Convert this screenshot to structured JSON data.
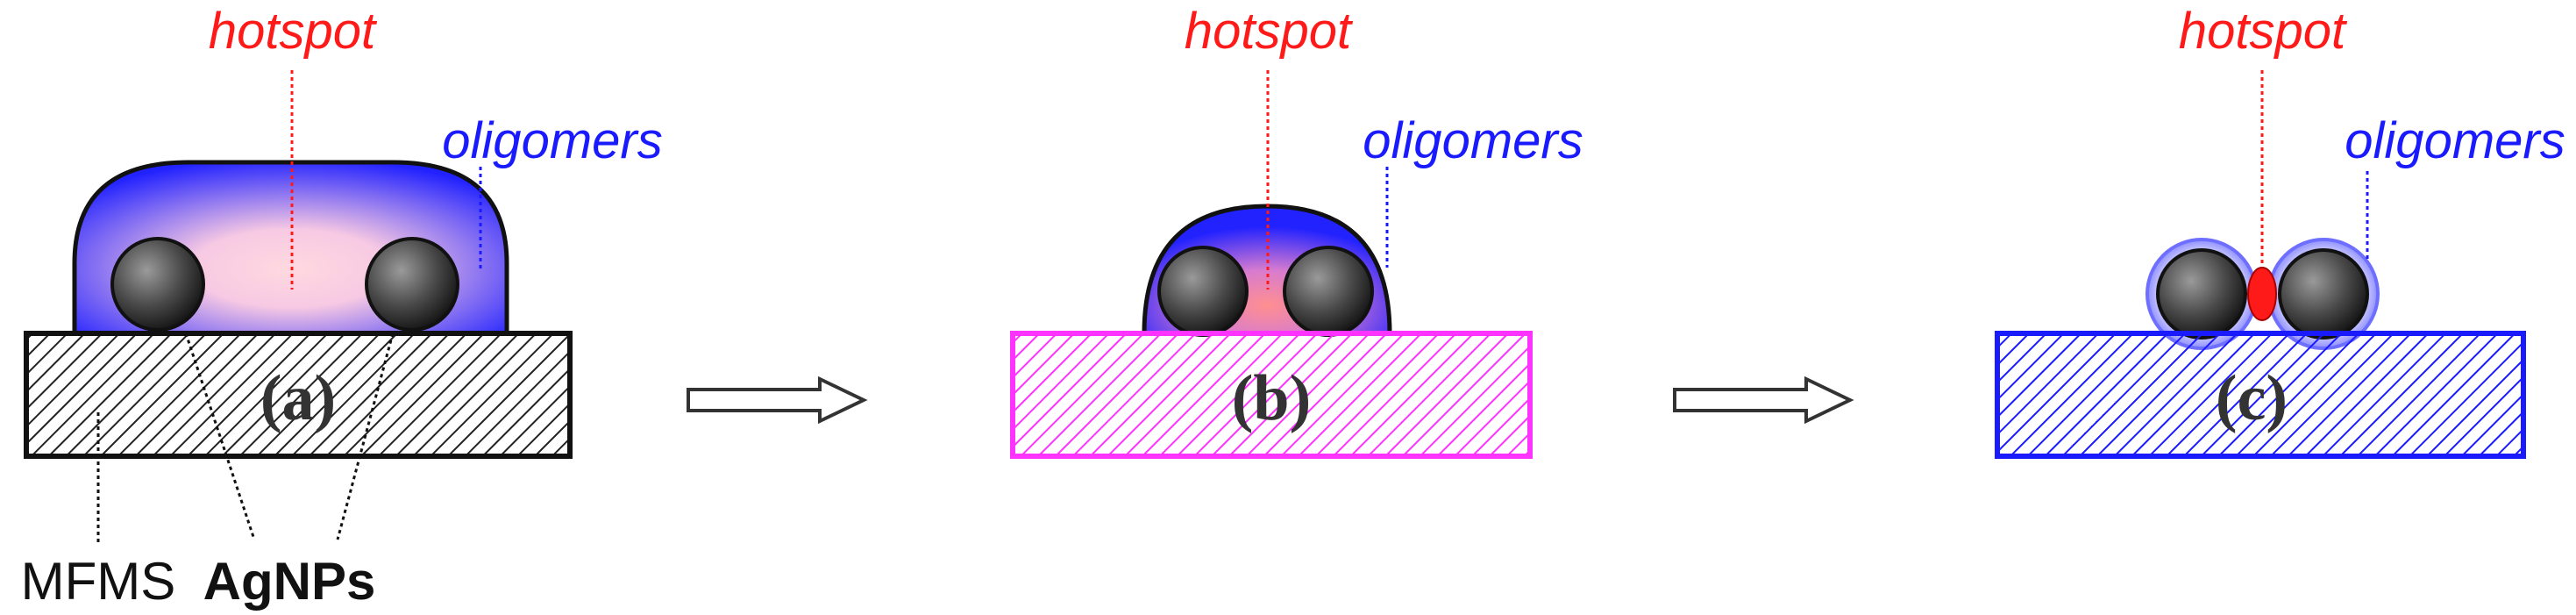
{
  "labels": {
    "hotspot": "hotspot",
    "oligomers": "oligomers",
    "mfms": "MFMS",
    "agnps": "AgNPs"
  },
  "panels": [
    {
      "id": "a",
      "letter": "(a)"
    },
    {
      "id": "b",
      "letter": "(b)"
    },
    {
      "id": "c",
      "letter": "(c)"
    }
  ],
  "colors": {
    "hotspot": "#ff1a1a",
    "oligomers": "#1a1aff",
    "substrate_a": "#111111",
    "substrate_b": "#ff33ff",
    "substrate_c": "#1a1aff",
    "arrow": "#333333"
  }
}
